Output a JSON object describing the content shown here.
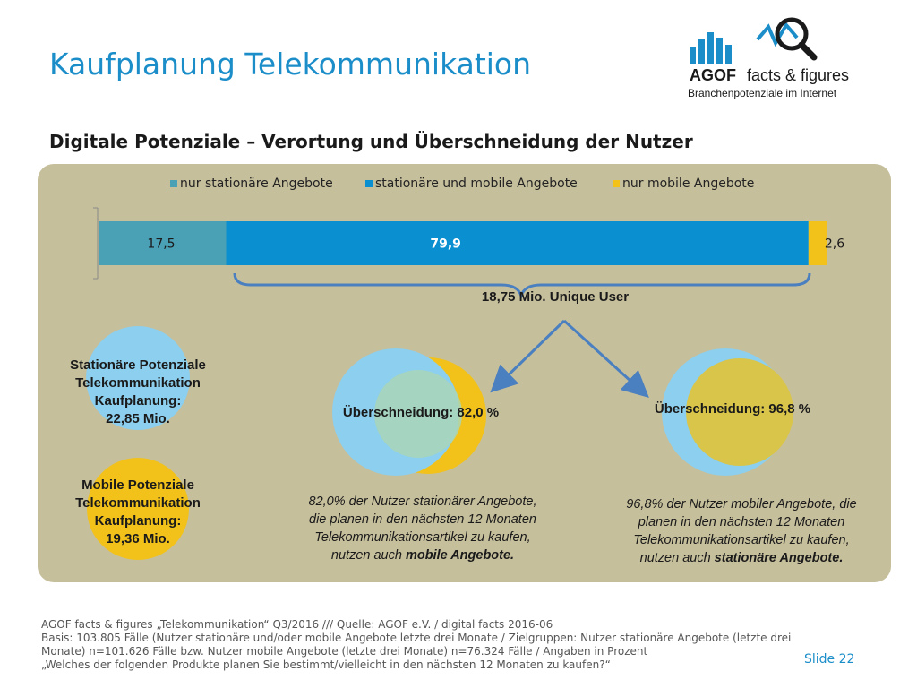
{
  "header": {
    "title": "Kaufplanung Telekommunikation",
    "subtitle": "Digitale Potenziale – Verortung und Überschneidung der Nutzer"
  },
  "logo": {
    "brand": "AGOF",
    "brand_suffix": "facts & figures",
    "tagline": "Branchenpotenziale im Internet"
  },
  "colors": {
    "title_blue": "#1b8ec9",
    "stationary_only": "#4aa0b5",
    "both": "#0a8fd0",
    "mobile_only": "#f2c21b",
    "panel_bg": "#c6bf9c",
    "circle_light_blue": "#8ccfee",
    "circle_yellow": "#f2c21b"
  },
  "chart_data": {
    "type": "bar",
    "orientation": "horizontal-stacked",
    "categories": [
      ""
    ],
    "series": [
      {
        "name": "nur stationäre Angebote",
        "values": [
          17.5
        ],
        "label": "17,5",
        "color": "#4aa0b5"
      },
      {
        "name": "stationäre und mobile Angebote",
        "values": [
          79.9
        ],
        "label": "79,9",
        "color": "#0a8fd0"
      },
      {
        "name": "nur mobile Angebote",
        "values": [
          2.6
        ],
        "label": "2,6",
        "color": "#f2c21b"
      }
    ],
    "legend_position": "top",
    "total": 100
  },
  "annotations": {
    "unique_user": "18,75 Mio. Unique User",
    "overlap_left": "Überschneidung: 82,0 %",
    "overlap_right": "Überschneidung: 96,8 %"
  },
  "potentials": {
    "stationary": [
      "Stationäre Potenziale",
      "Telekommunikation",
      "Kaufplanung:",
      "22,85 Mio."
    ],
    "mobile": [
      "Mobile Potenziale",
      "Telekommunikation",
      "Kaufplanung:",
      "19,36 Mio."
    ]
  },
  "notes": {
    "left": {
      "lines": [
        "82,0% der Nutzer stationärer Angebote,",
        "die planen in den nächsten 12 Monaten",
        "Telekommunikationsartikel zu kaufen,"
      ],
      "last_prefix": "nutzen auch ",
      "last_bold": "mobile Angebote."
    },
    "right": {
      "lines": [
        "96,8% der Nutzer mobiler Angebote, die",
        "planen in den nächsten 12 Monaten",
        "Telekommunikationsartikel zu kaufen,"
      ],
      "last_prefix": "nutzen auch ",
      "last_bold": "stationäre Angebote."
    }
  },
  "footer": {
    "lines": [
      "AGOF facts & figures „Telekommunikation“ Q3/2016 /// Quelle: AGOF e.V. / digital facts 2016-06",
      "Basis: 103.805 Fälle (Nutzer stationäre und/oder mobile Angebote letzte drei Monate / Zielgruppen: Nutzer stationäre Angebote (letzte drei",
      "Monate) n=101.626 Fälle bzw. Nutzer mobile Angebote (letzte drei Monate) n=76.324 Fälle / Angaben in Prozent",
      "„Welches der folgenden Produkte planen Sie bestimmt/vielleicht in den nächsten 12 Monaten zu kaufen?“"
    ],
    "slide": "Slide 22"
  }
}
